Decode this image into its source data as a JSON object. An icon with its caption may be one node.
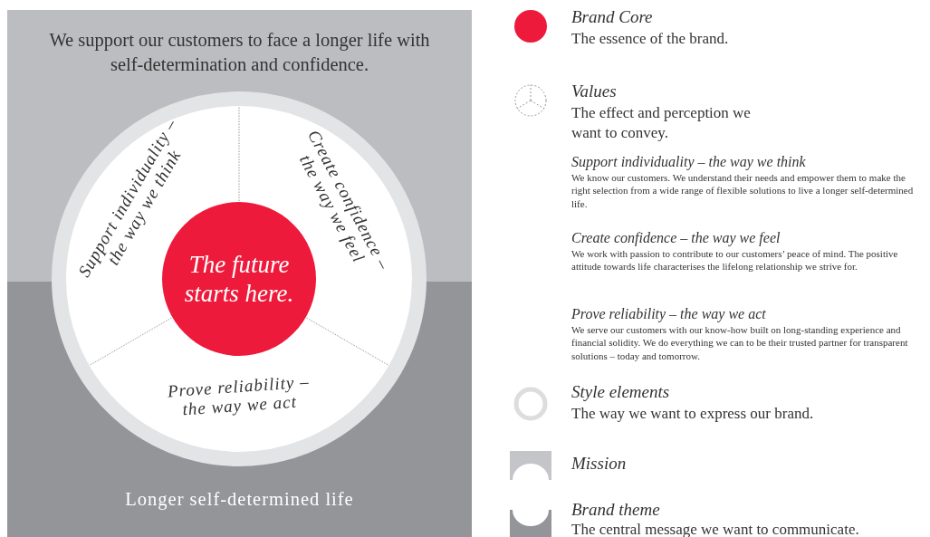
{
  "diagram": {
    "nodes": [
      {
        "text": [
          "We support our customers to face a longer life with self-determination and confidence."
        ]
      },
      {
        "text": [
          "Longer self-determined life"
        ]
      },
      {
        "text": [],
        "shape": "circle"
      },
      {
        "text": [
          "Support individuality – the way we think"
        ]
      },
      {
        "text": [
          "Create confidence – the way we feel"
        ]
      },
      {
        "text": [
          "Prove reliability – the way we act"
        ]
      },
      {
        "text": [
          "The future starts here."
        ],
        "in": 2
      }
    ],
    "edges": [],
    "labels": [
      "The essence of the brand.",
      "The effect and perception we want to convey.",
      "Support individuality – the way we think",
      "We know our customers. We understand their needs and empower them to make the right selection from a wide range of flexible solutions to live a longer self-determined life.",
      "Create confidence – the way we feel",
      "We work with passion to contribute to our customers’ peace of mind. The positive attitude towards life characterises the lifelong relationship we strive for.",
      "Prove reliability – the way we act",
      "We serve our customers with our know-how built on long-standing experience and financial solidity. We do everything we can to be their trusted partner for transparent solutions – today and tomorrow.",
      "The way we want to express our brand.",
      "The central message we want to communicate."
    ],
    "legend": [
      {
        "text": "Brand Core",
        "color": "#ed1a3b"
      },
      {
        "text": "Values"
      },
      {
        "text": "Style elements"
      },
      {
        "text": "Mission"
      },
      {
        "text": "Brand theme"
      }
    ]
  }
}
